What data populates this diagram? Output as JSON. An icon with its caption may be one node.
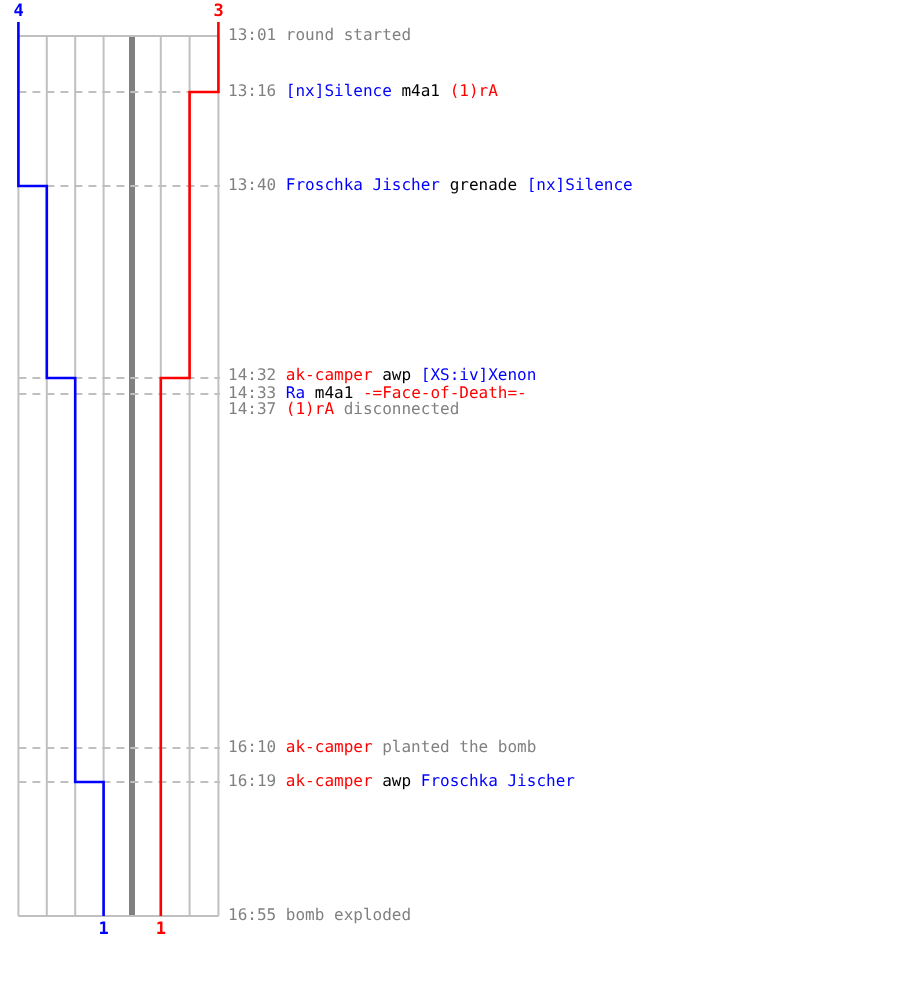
{
  "diagram": {
    "labels": [
      "4",
      "3",
      "13:01",
      "round started",
      "13:16",
      "[nx]Silence",
      "m4a1",
      "(1)rA",
      "13:40",
      "Froschka Jischer",
      "grenade",
      "[nx]Silence",
      "14:32",
      "ak-camper",
      "awp",
      "[XS:iv]Xenon",
      "14:33",
      "Ra",
      "m4a1",
      "-=Face-of-Death=-",
      "14:37",
      "(1)rA",
      "disconnected",
      "16:10",
      "ak-camper",
      "planted the bomb",
      "16:19",
      "ak-camper",
      "awp",
      "Froschka Jischer",
      "16:55",
      "bomb exploded",
      "1",
      "1"
    ]
  }
}
